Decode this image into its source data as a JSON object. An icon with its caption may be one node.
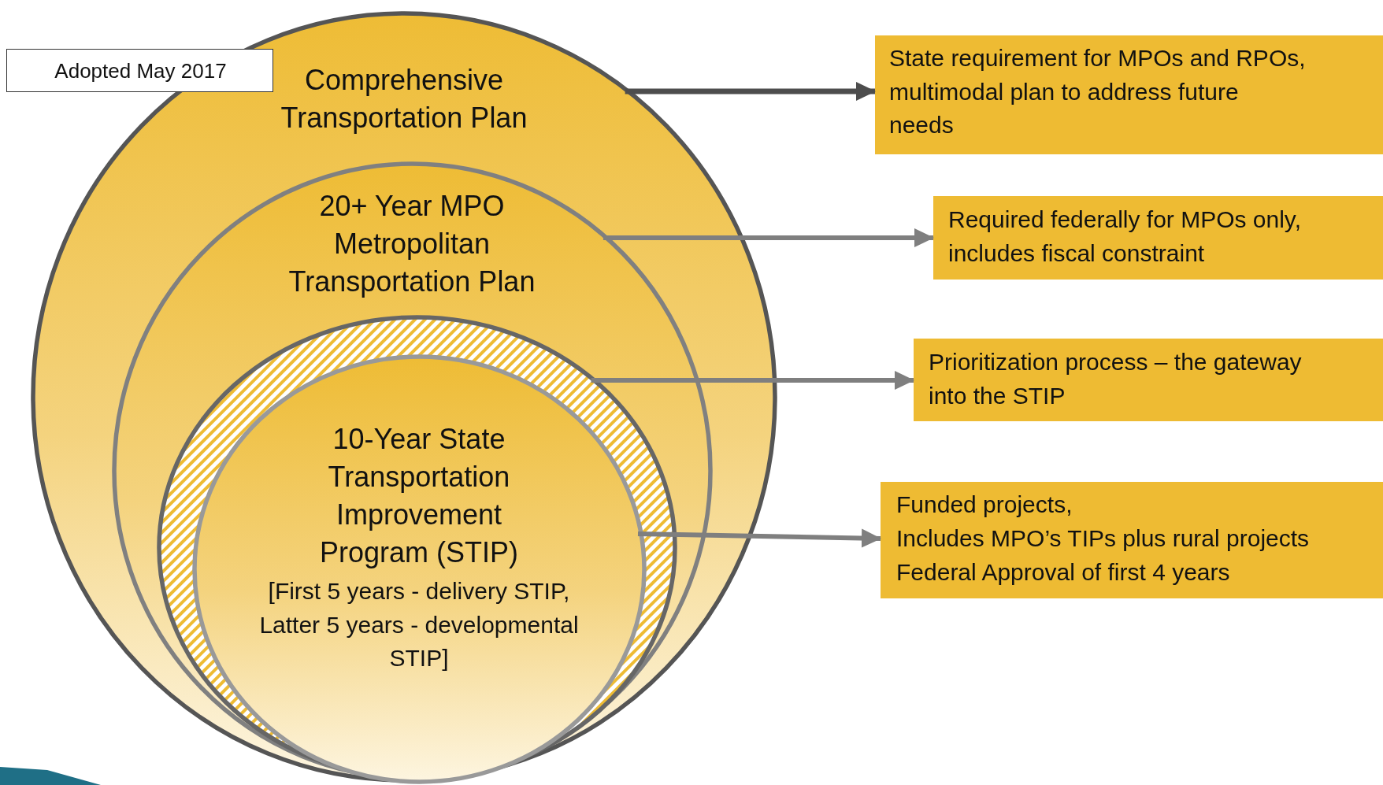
{
  "diagram": {
    "nodes": [
      {
        "text": [
          "Adopted May 2017"
        ]
      },
      {
        "text": [
          "Comprehensive Transportation Plan"
        ]
      },
      {
        "text": [
          "20+ Year MPO Metropolitan Transportation Plan"
        ],
        "in": 1
      },
      {
        "text": [],
        "shape": "circle",
        "in": 2
      },
      {
        "text": [
          "10-Year State Transportation Improvement Program (STIP)",
          "[First 5 years - delivery STIP, Latter 5 years - developmental STIP]"
        ],
        "in": 3
      },
      {
        "text": [
          "State requirement for MPOs and RPOs, multimodal plan to address future needs"
        ]
      },
      {
        "text": [
          "Required federally for MPOs only, includes fiscal constraint"
        ]
      },
      {
        "text": [
          "Prioritization process – the gateway into the STIP"
        ]
      },
      {
        "text": [
          "Funded projects,",
          "Includes MPO’s TIPs plus rural projects",
          "Federal Approval of first 4 years"
        ]
      }
    ],
    "edges": [
      {
        "from": 1,
        "to": 5,
        "arrow": "to",
        "color": "#4d4d4d"
      },
      {
        "from": 2,
        "to": 6,
        "arrow": "to"
      },
      {
        "from": 3,
        "to": 7,
        "arrow": "to"
      },
      {
        "from": 4,
        "to": 8,
        "arrow": "to"
      }
    ]
  }
}
